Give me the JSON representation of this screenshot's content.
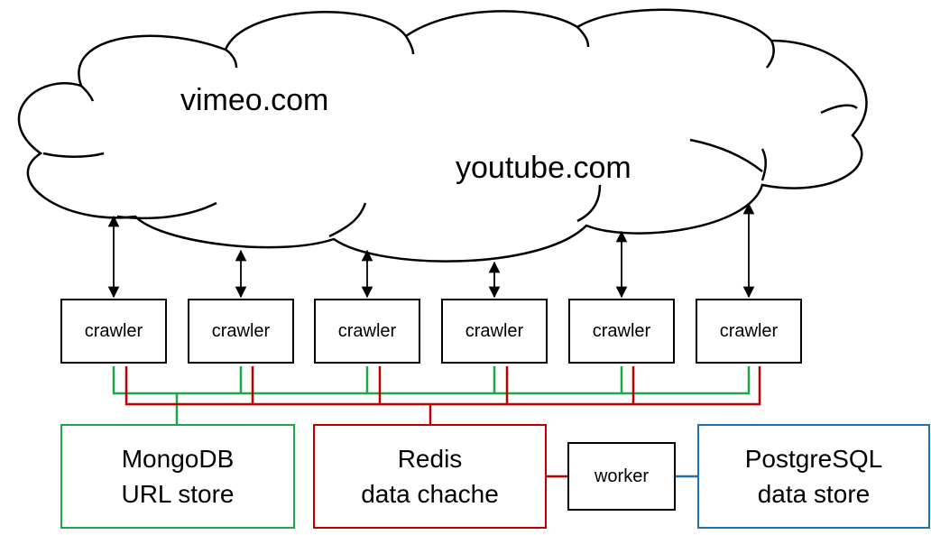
{
  "cloud": {
    "sites": [
      "vimeo.com",
      "youtube.com"
    ]
  },
  "crawlers": [
    {
      "label": "crawler"
    },
    {
      "label": "crawler"
    },
    {
      "label": "crawler"
    },
    {
      "label": "crawler"
    },
    {
      "label": "crawler"
    },
    {
      "label": "crawler"
    }
  ],
  "stores": {
    "mongodb": {
      "line1": "MongoDB",
      "line2": "URL store",
      "color": "#1aa74a"
    },
    "redis": {
      "line1": "Redis",
      "line2": "data chache",
      "color": "#c00000"
    },
    "postgres": {
      "line1": "PostgreSQL",
      "line2": "data store",
      "color": "#1f6fb5"
    }
  },
  "worker": {
    "label": "worker"
  }
}
